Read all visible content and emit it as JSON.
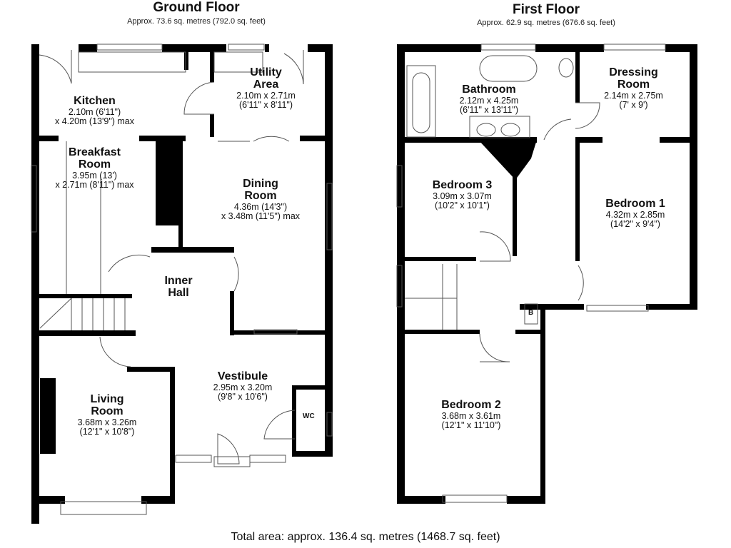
{
  "ground_floor": {
    "title": "Ground Floor",
    "area": "Approx. 73.6 sq. metres (792.0 sq. feet)",
    "rooms": [
      {
        "name": "Kitchen",
        "dims": [
          "2.10m (6'11\")",
          "x 4.20m (13'9\") max"
        ]
      },
      {
        "name": "Utility",
        "name2": "Area",
        "dims": [
          "2.10m x 2.71m",
          "(6'11\" x 8'11\")"
        ]
      },
      {
        "name": "Breakfast",
        "name2": "Room",
        "dims": [
          "3.95m (13')",
          "x 2.71m (8'11\") max"
        ]
      },
      {
        "name": "Dining",
        "name2": "Room",
        "dims": [
          "4.36m (14'3\")",
          "x 3.48m (11'5\") max"
        ]
      },
      {
        "name": "Inner",
        "name2": "Hall",
        "dims": []
      },
      {
        "name": "Living",
        "name2": "Room",
        "dims": [
          "3.68m x 3.26m",
          "(12'1\" x 10'8\")"
        ]
      },
      {
        "name": "Vestibule",
        "dims": [
          "2.95m x 3.20m",
          "(9'8\" x 10'6\")"
        ]
      },
      {
        "name": "WC",
        "dims": []
      }
    ]
  },
  "first_floor": {
    "title": "First Floor",
    "area": "Approx. 62.9 sq. metres (676.6 sq. feet)",
    "rooms": [
      {
        "name": "Bathroom",
        "dims": [
          "2.12m x 4.25m",
          "(6'11\" x 13'11\")"
        ]
      },
      {
        "name": "Dressing",
        "name2": "Room",
        "dims": [
          "2.14m x 2.75m",
          "(7' x 9')"
        ]
      },
      {
        "name": "Bedroom 3",
        "dims": [
          "3.09m x 3.07m",
          "(10'2\" x 10'1\")"
        ]
      },
      {
        "name": "Bedroom 1",
        "dims": [
          "4.32m x 2.85m",
          "(14'2\" x 9'4\")"
        ]
      },
      {
        "name": "Bedroom 2",
        "dims": [
          "3.68m x 3.61m",
          "(12'1\" x 11'10\")"
        ]
      },
      {
        "name": "B",
        "dims": []
      }
    ]
  },
  "total_area": "Total area: approx. 136.4 sq. metres (1468.7 sq. feet)"
}
